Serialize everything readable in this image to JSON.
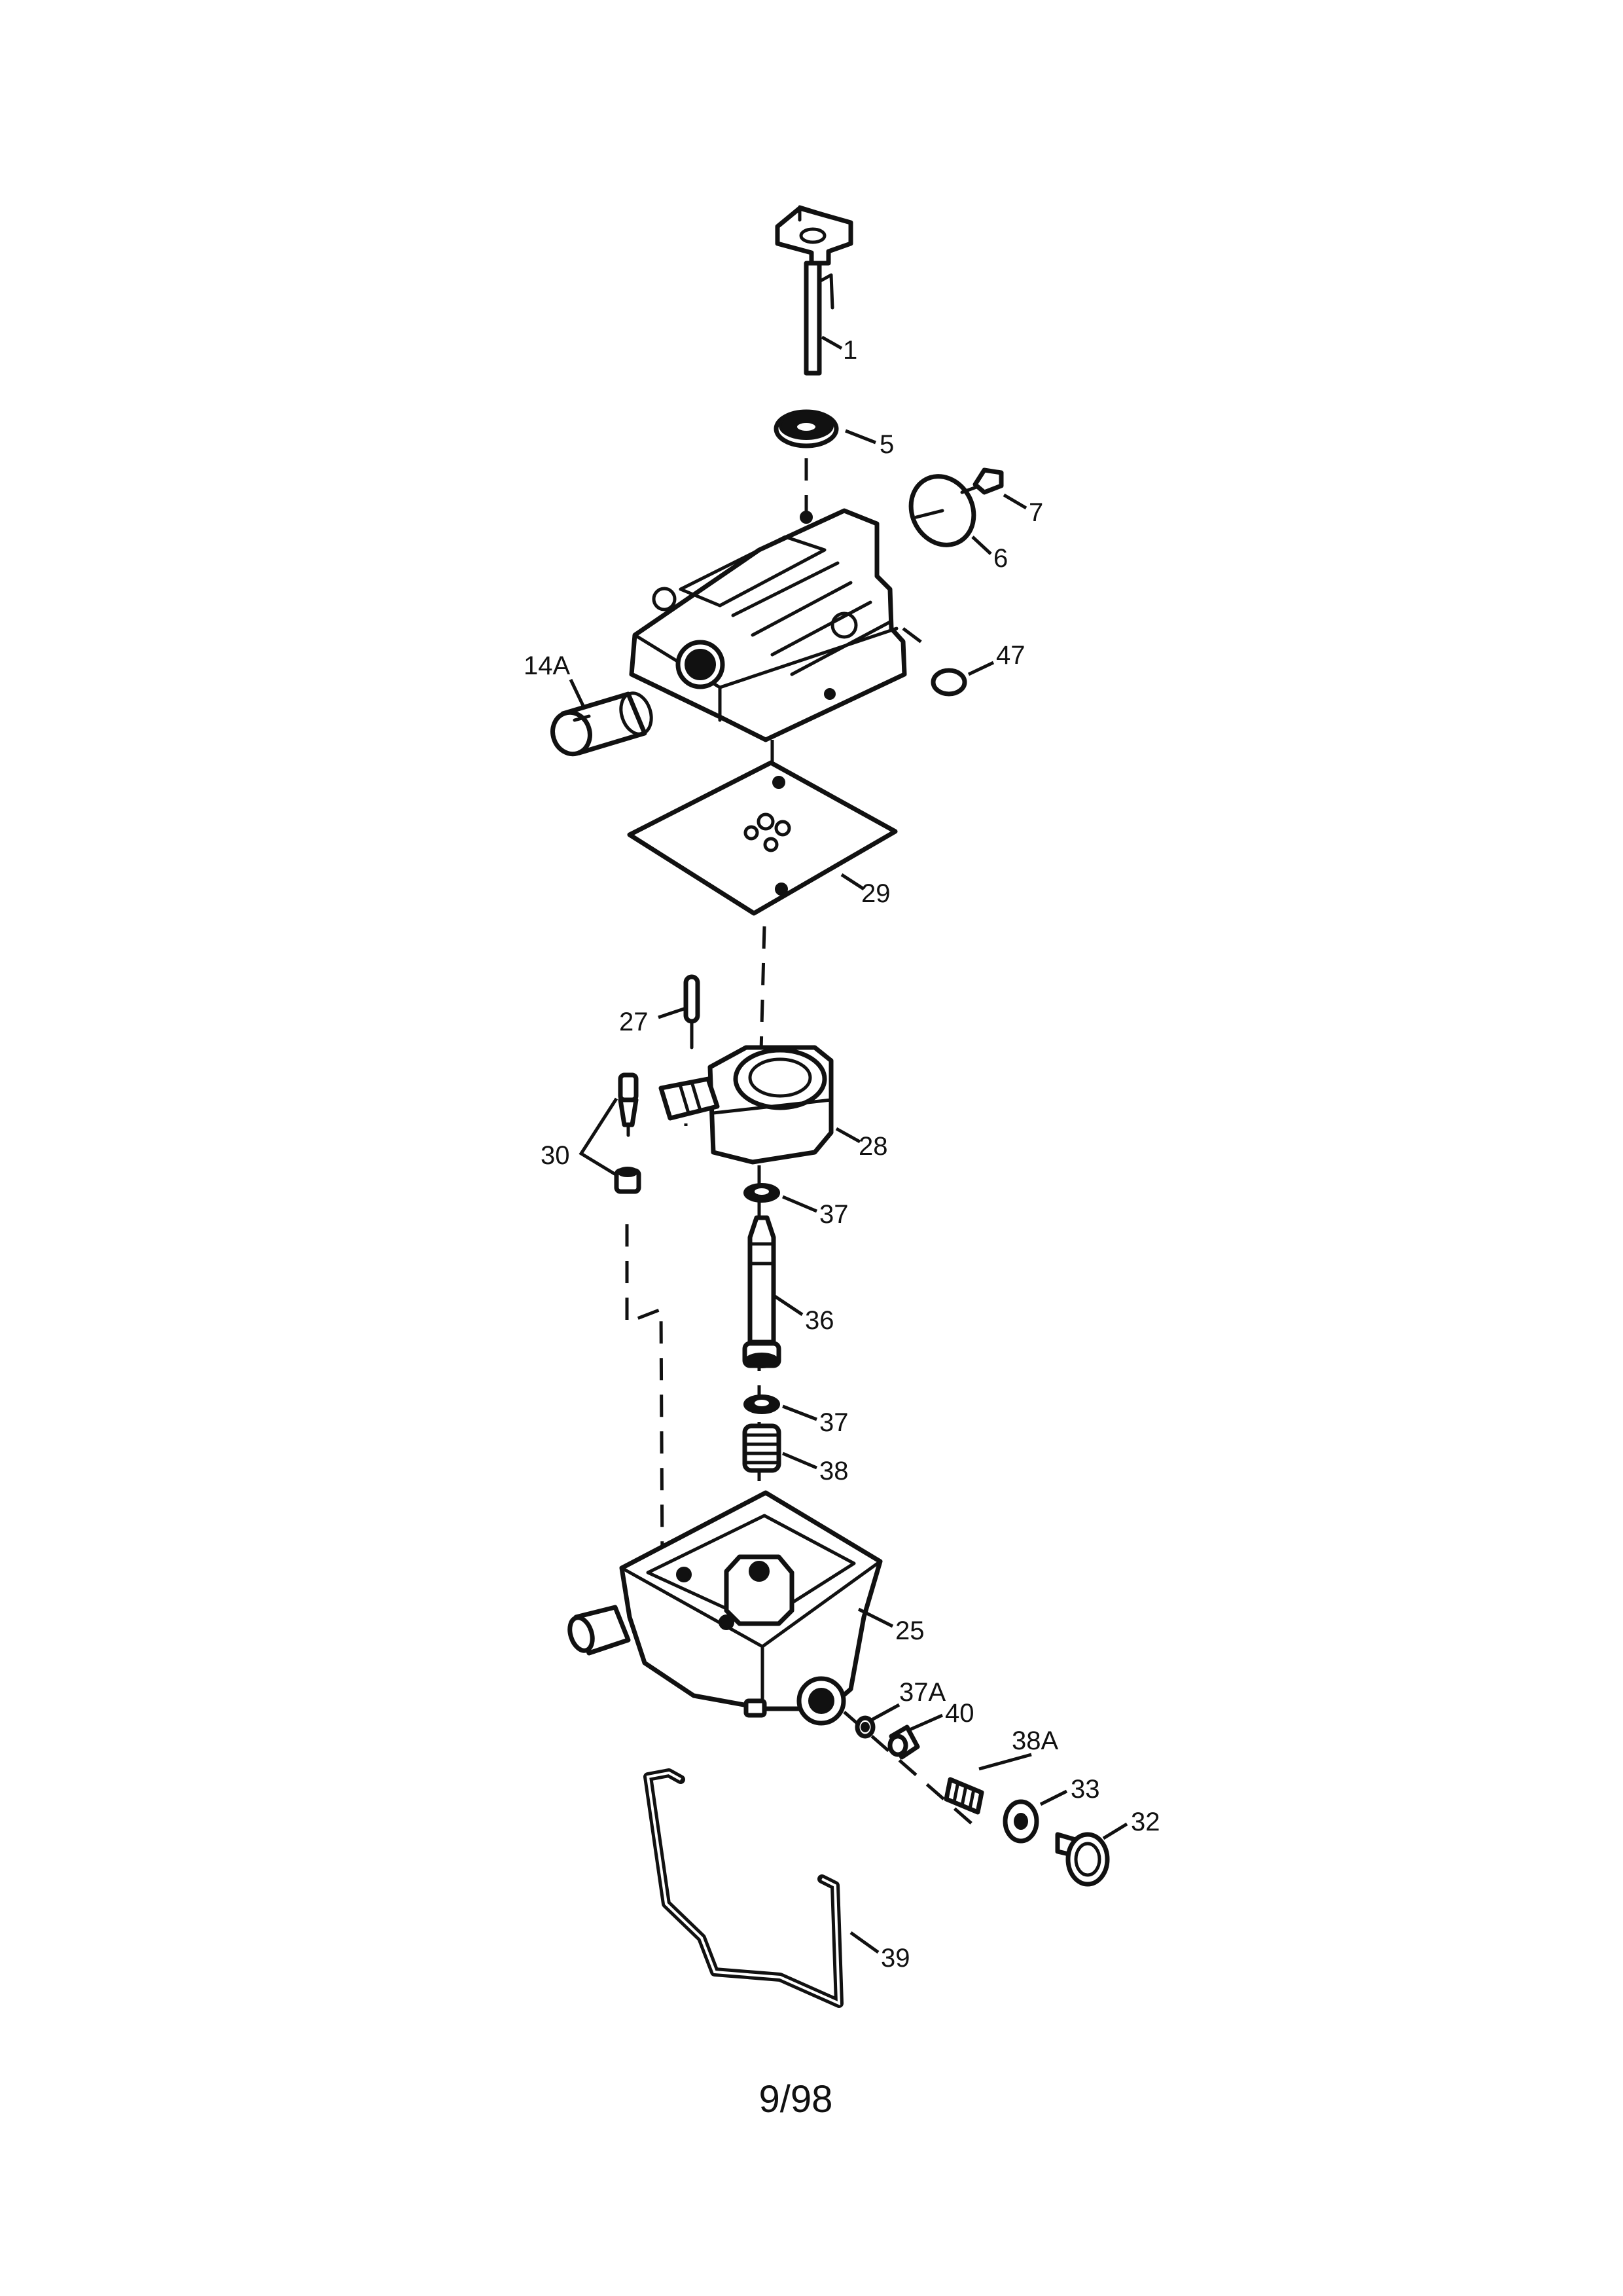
{
  "callouts": {
    "c1": "1",
    "c5": "5",
    "c7": "7",
    "c6": "6",
    "c14a": "14A",
    "c47": "47",
    "c29": "29",
    "c27": "27",
    "c28": "28",
    "c30": "30",
    "c37a": "37",
    "c36": "36",
    "c37b": "37",
    "c38": "38",
    "c25": "25",
    "c37A": "37A",
    "c40": "40",
    "c38A": "38A",
    "c33": "33",
    "c32": "32",
    "c39": "39"
  },
  "footer": {
    "page": "9/98"
  }
}
